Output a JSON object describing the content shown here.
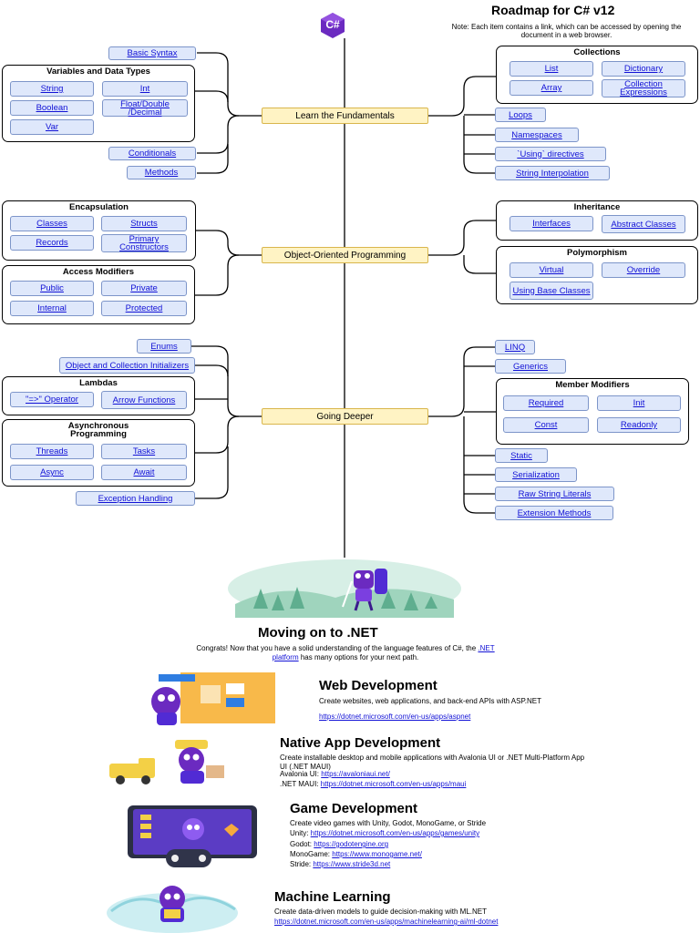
{
  "header": {
    "title": "Roadmap for C# v12",
    "note": "Note: Each item contains a link, which can be accessed by opening the document in a web browser.",
    "logo_text": "C#",
    "logo_color": "#6b2ac0"
  },
  "roadmap": {
    "fundamentals": {
      "title": "Learn the Fundamentals",
      "basic_syntax": "Basic Syntax",
      "variables": {
        "title": "Variables and Data Types",
        "items": [
          "String",
          "Int",
          "Boolean",
          "Float/Double /Decimal",
          "Var"
        ]
      },
      "conditionals": "Conditionals",
      "methods": "Methods",
      "collections": {
        "title": "Collections",
        "items": [
          "List",
          "Dictionary",
          "Array",
          "Collection Expressions"
        ]
      },
      "right_items": [
        "Loops",
        "Namespaces",
        "`Using` directives",
        "String Interpolation"
      ]
    },
    "oop": {
      "title": "Object-Oriented Programming",
      "encapsulation": {
        "title": "Encapsulation",
        "items": [
          "Classes",
          "Structs",
          "Records",
          "Primary Constructors"
        ]
      },
      "access": {
        "title": "Access Modifiers",
        "items": [
          "Public",
          "Private",
          "Internal",
          "Protected"
        ]
      },
      "inheritance": {
        "title": "Inheritance",
        "items": [
          "Interfaces",
          "Abstract Classes"
        ]
      },
      "polymorphism": {
        "title": "Polymorphism",
        "items": [
          "Virtual",
          "Override",
          "Using Base Classes"
        ]
      }
    },
    "deeper": {
      "title": "Going Deeper",
      "enums": "Enums",
      "object_init": "Object and Collection Initializers",
      "lambdas": {
        "title": "Lambdas",
        "items": [
          "\"=>\" Operator",
          "Arrow Functions"
        ]
      },
      "async": {
        "title": "Asynchronous Programming",
        "items": [
          "Threads",
          "Tasks",
          "Async",
          "Await"
        ]
      },
      "exception": "Exception Handling",
      "linq": "LINQ",
      "generics": "Generics",
      "member": {
        "title": "Member Modifiers",
        "items": [
          "Required",
          "Init",
          "Const",
          "Readonly"
        ]
      },
      "right_items": [
        "Static",
        "Serialization",
        "Raw String Literals",
        "Extension Methods"
      ]
    }
  },
  "dotnet": {
    "title": "Moving on to .NET",
    "intro_before": "Congrats! Now that you have a solid understanding of the language features of C#, the ",
    "intro_link": ".NET platform",
    "intro_after": " has many options for your next path.",
    "web": {
      "title": "Web Development",
      "desc": "Create websites, web applications, and back-end APIs with ASP.NET",
      "url": "https://dotnet.microsoft.com/en-us/apps/aspnet"
    },
    "native": {
      "title": "Native App Development",
      "desc": "Create installable desktop and mobile applications with Avalonia UI or .NET Multi-Platform App UI (.NET MAUI)",
      "lines": [
        {
          "label": "Avalonia UI: ",
          "url": "https://avaloniaui.net/"
        },
        {
          "label": ".NET MAUI: ",
          "url": "https://dotnet.microsoft.com/en-us/apps/maui"
        }
      ]
    },
    "game": {
      "title": "Game Development",
      "desc": "Create video games with Unity, Godot, MonoGame, or Stride",
      "lines": [
        {
          "label": "Unity: ",
          "url": "https://dotnet.microsoft.com/en-us/apps/games/unity"
        },
        {
          "label": "Godot: ",
          "url": "https://godotengine.org"
        },
        {
          "label": "MonoGame: ",
          "url": "https://www.monogame.net/"
        },
        {
          "label": "Stride: ",
          "url": "https://www.stride3d.net"
        }
      ]
    },
    "ml": {
      "title": "Machine Learning",
      "desc": "Create data-driven models to guide decision-making with ML.NET",
      "url": "https://dotnet.microsoft.com/en-us/apps/machinelearning-ai/ml-dotnet"
    }
  }
}
